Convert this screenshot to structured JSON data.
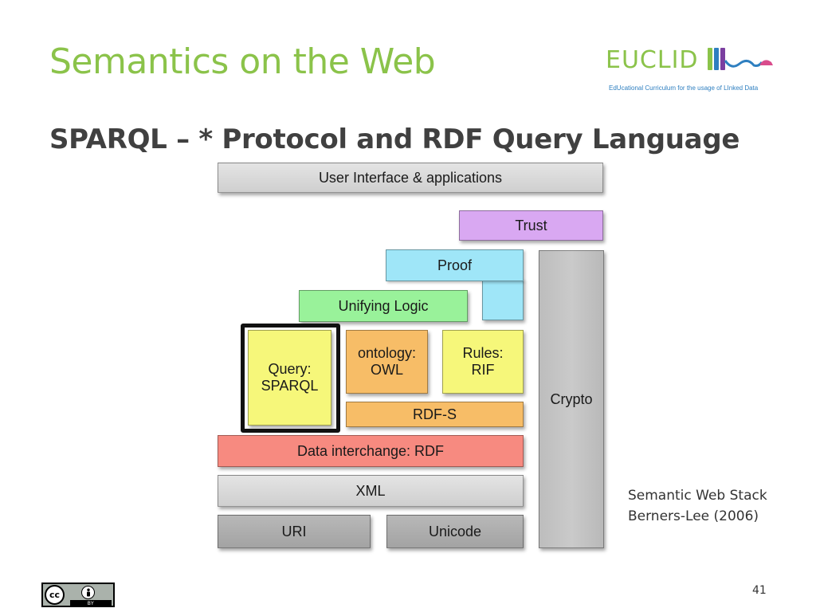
{
  "slide": {
    "title": "Semantics on the Web",
    "subtitle": "SPARQL – * Protocol and RDF Query Language",
    "page_number": "41"
  },
  "logo": {
    "word": "EUCLID",
    "tagline": "EdUcational Curriculum for the usage of LInked Data"
  },
  "diagram": {
    "layers": {
      "ui": "User Interface & applications",
      "trust": "Trust",
      "proof": "Proof",
      "unifying_logic": "Unifying Logic",
      "query": "Query:\nSPARQL",
      "ontology": "ontology:\nOWL",
      "rules": "Rules:\nRIF",
      "rdfs": "RDF-S",
      "crypto": "Crypto",
      "rdf": "Data interchange: RDF",
      "xml": "XML",
      "uri": "URI",
      "unicode": "Unicode"
    },
    "highlighted_layer": "query",
    "colors": {
      "purple": "#d9a8f2",
      "cyan": "#9fe6f8",
      "green": "#99f29a",
      "yellow": "#f6f77a",
      "orange": "#f7bd67",
      "red": "#f78a80",
      "gray": "#d9d9d9"
    }
  },
  "caption": {
    "line1": "Semantic Web Stack",
    "line2": "Berners-Lee (2006)"
  },
  "license": {
    "cc": "cc",
    "by": "BY",
    "icon": "person-icon"
  }
}
